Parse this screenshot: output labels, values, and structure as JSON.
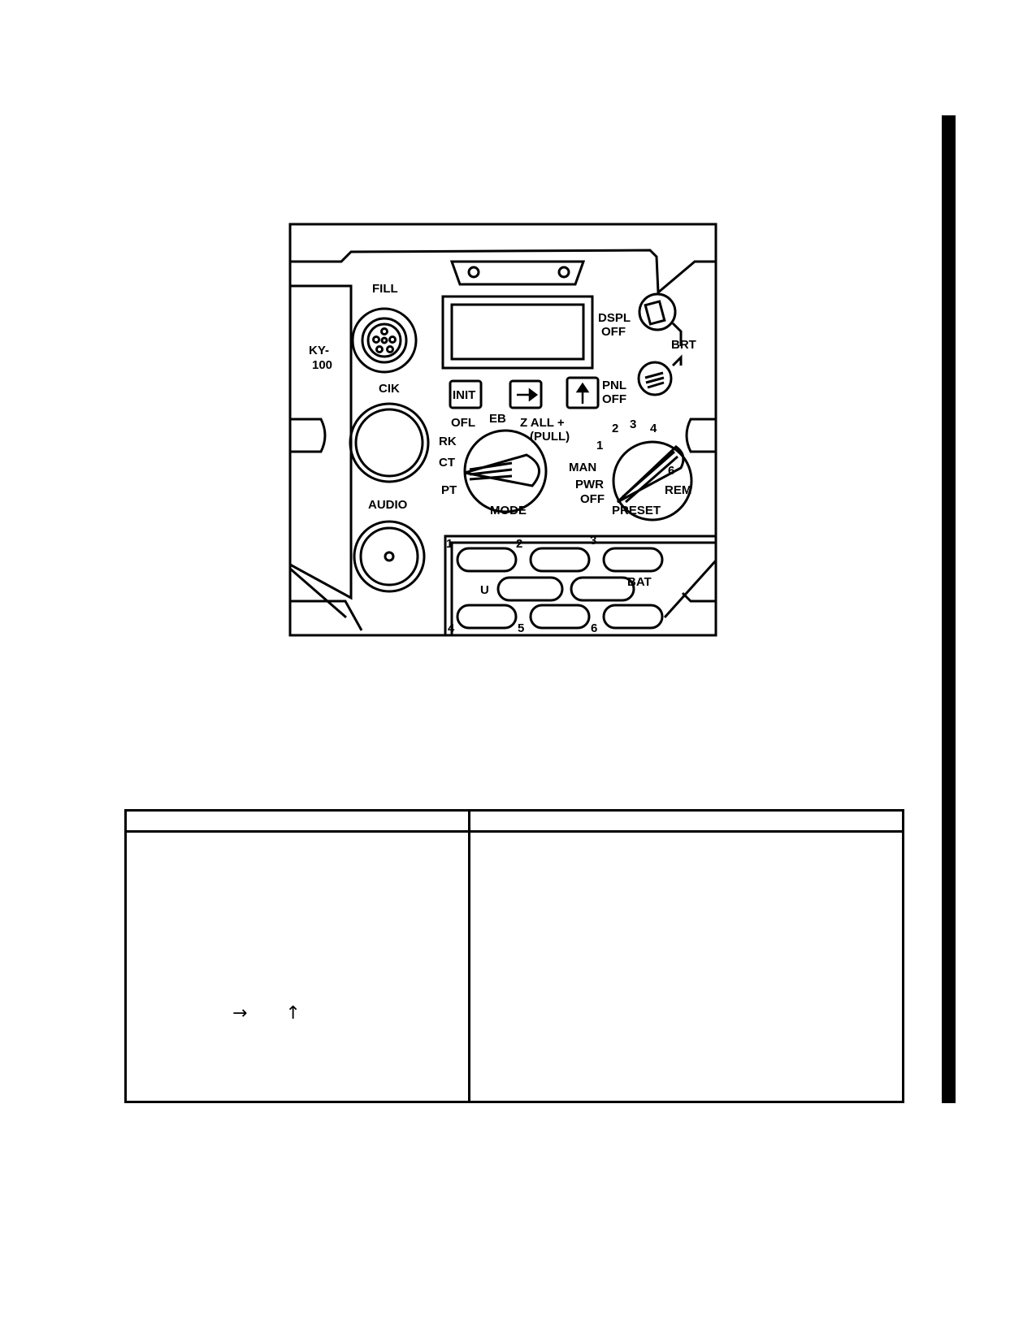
{
  "panel": {
    "device_label_line1": "KY-",
    "device_label_line2": "100",
    "fill_label": "FILL",
    "cik_label": "CIK",
    "audio_label": "AUDIO",
    "display": {
      "init_button": "INIT"
    },
    "brightness": {
      "dspl_line1": "DSPL",
      "dspl_line2": "OFF",
      "brt": "BRT",
      "pnl_line1": "PNL",
      "pnl_line2": "OFF"
    },
    "mode_switch": {
      "label": "MODE",
      "positions": [
        "OFL",
        "EB",
        "Z ALL +",
        "(PULL)",
        "RK",
        "CT",
        "PT"
      ]
    },
    "preset_switch": {
      "label": "PRESET",
      "positions": [
        "1",
        "2",
        "3",
        "4",
        "6",
        "MAN",
        "PWR",
        "OFF",
        "REM"
      ]
    },
    "keypad": {
      "keys": [
        "1",
        "2",
        "3",
        "U",
        "BAT",
        "4",
        "5",
        "6"
      ]
    }
  },
  "table": {
    "arrow_right": "→",
    "arrow_up": "↑"
  },
  "colors": {
    "ink": "#000000",
    "paper": "#ffffff"
  },
  "icons": [
    "connector-icon",
    "right-arrow-icon",
    "up-arrow-icon",
    "knob-icon"
  ]
}
